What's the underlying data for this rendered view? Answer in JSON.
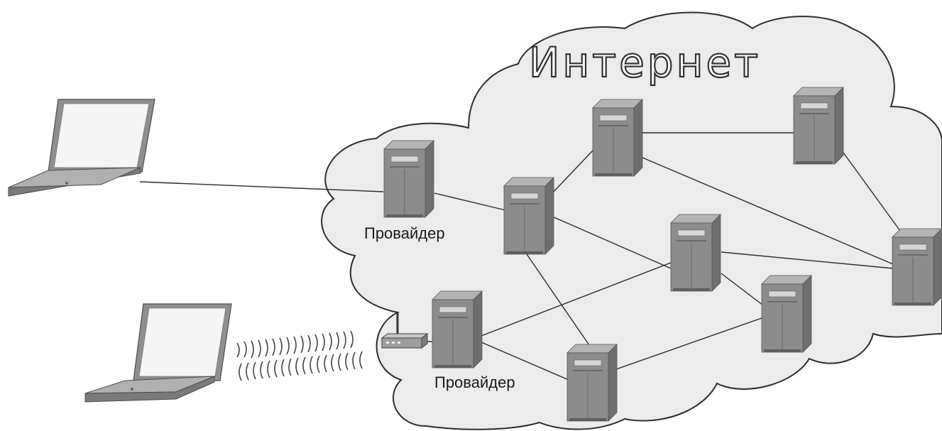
{
  "cloud": {
    "title": "Интернет"
  },
  "labels": {
    "provider_top": "Провайдер",
    "provider_bottom": "Провайдер"
  },
  "icons": {
    "laptop": "laptop-icon",
    "server": "server-icon",
    "router": "wireless-router-icon",
    "signal": "wireless-signal-icon"
  },
  "colors": {
    "cloud_fill": "#ececec",
    "cloud_stroke": "#2e2e2e",
    "device_front": "#8c8c8c",
    "device_side": "#6f6f6f",
    "device_top": "#b4b4b4"
  }
}
